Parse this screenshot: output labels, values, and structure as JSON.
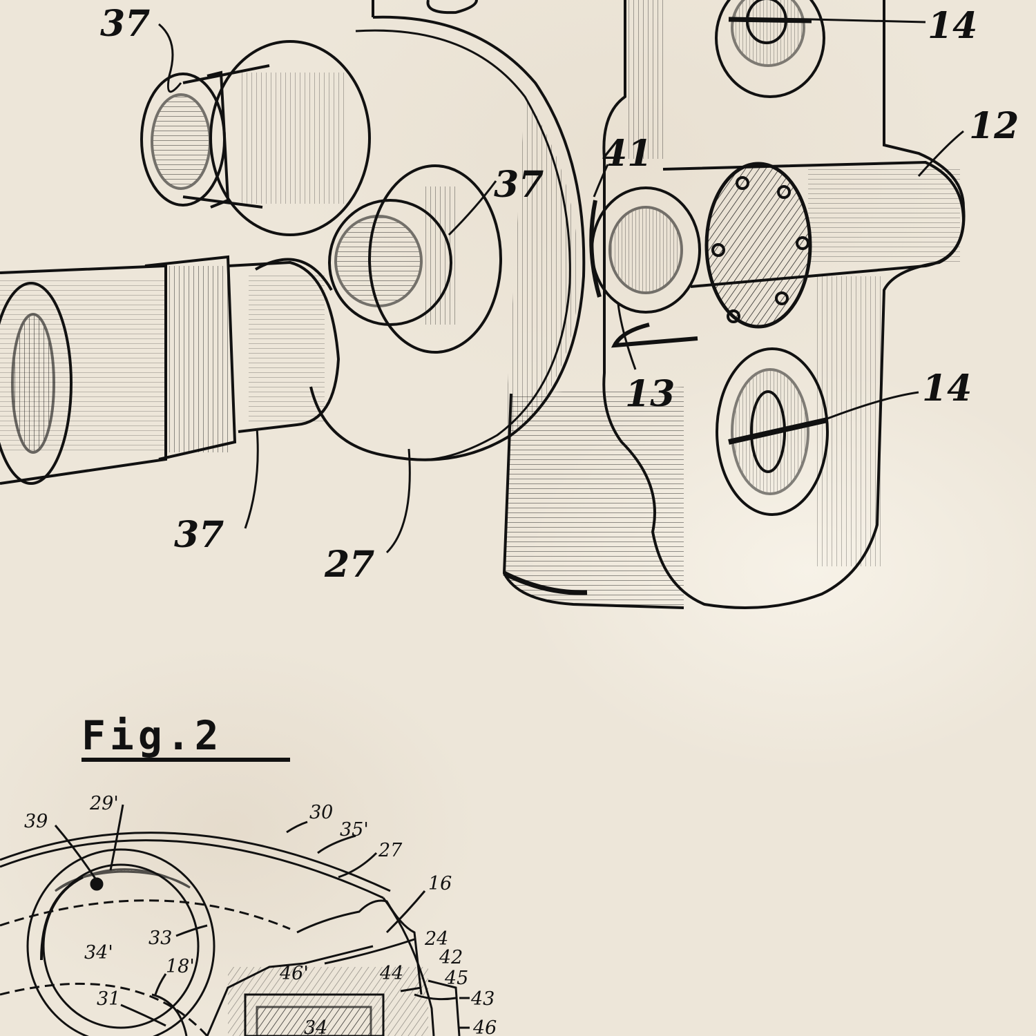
{
  "figure": {
    "title": "Fig.2"
  },
  "fig1_labels": {
    "l37a": "37",
    "l14a": "14",
    "l12": "12",
    "l41": "41",
    "l37b": "37",
    "l13": "13",
    "l14b": "14",
    "l37c": "37",
    "l27": "27"
  },
  "fig2_labels": {
    "l29": "29'",
    "l39": "39",
    "l30": "30",
    "l35": "35'",
    "l27": "27",
    "l16": "16",
    "l33": "33",
    "l34a": "34'",
    "l24": "24",
    "l18": "18'",
    "l46a": "46'",
    "l44": "44",
    "l42": "42",
    "l45": "45",
    "l31": "31",
    "l43": "43",
    "l34b": "34",
    "l46b": "46"
  },
  "colors": {
    "paper": "#ede6d9",
    "ink": "#111111"
  }
}
